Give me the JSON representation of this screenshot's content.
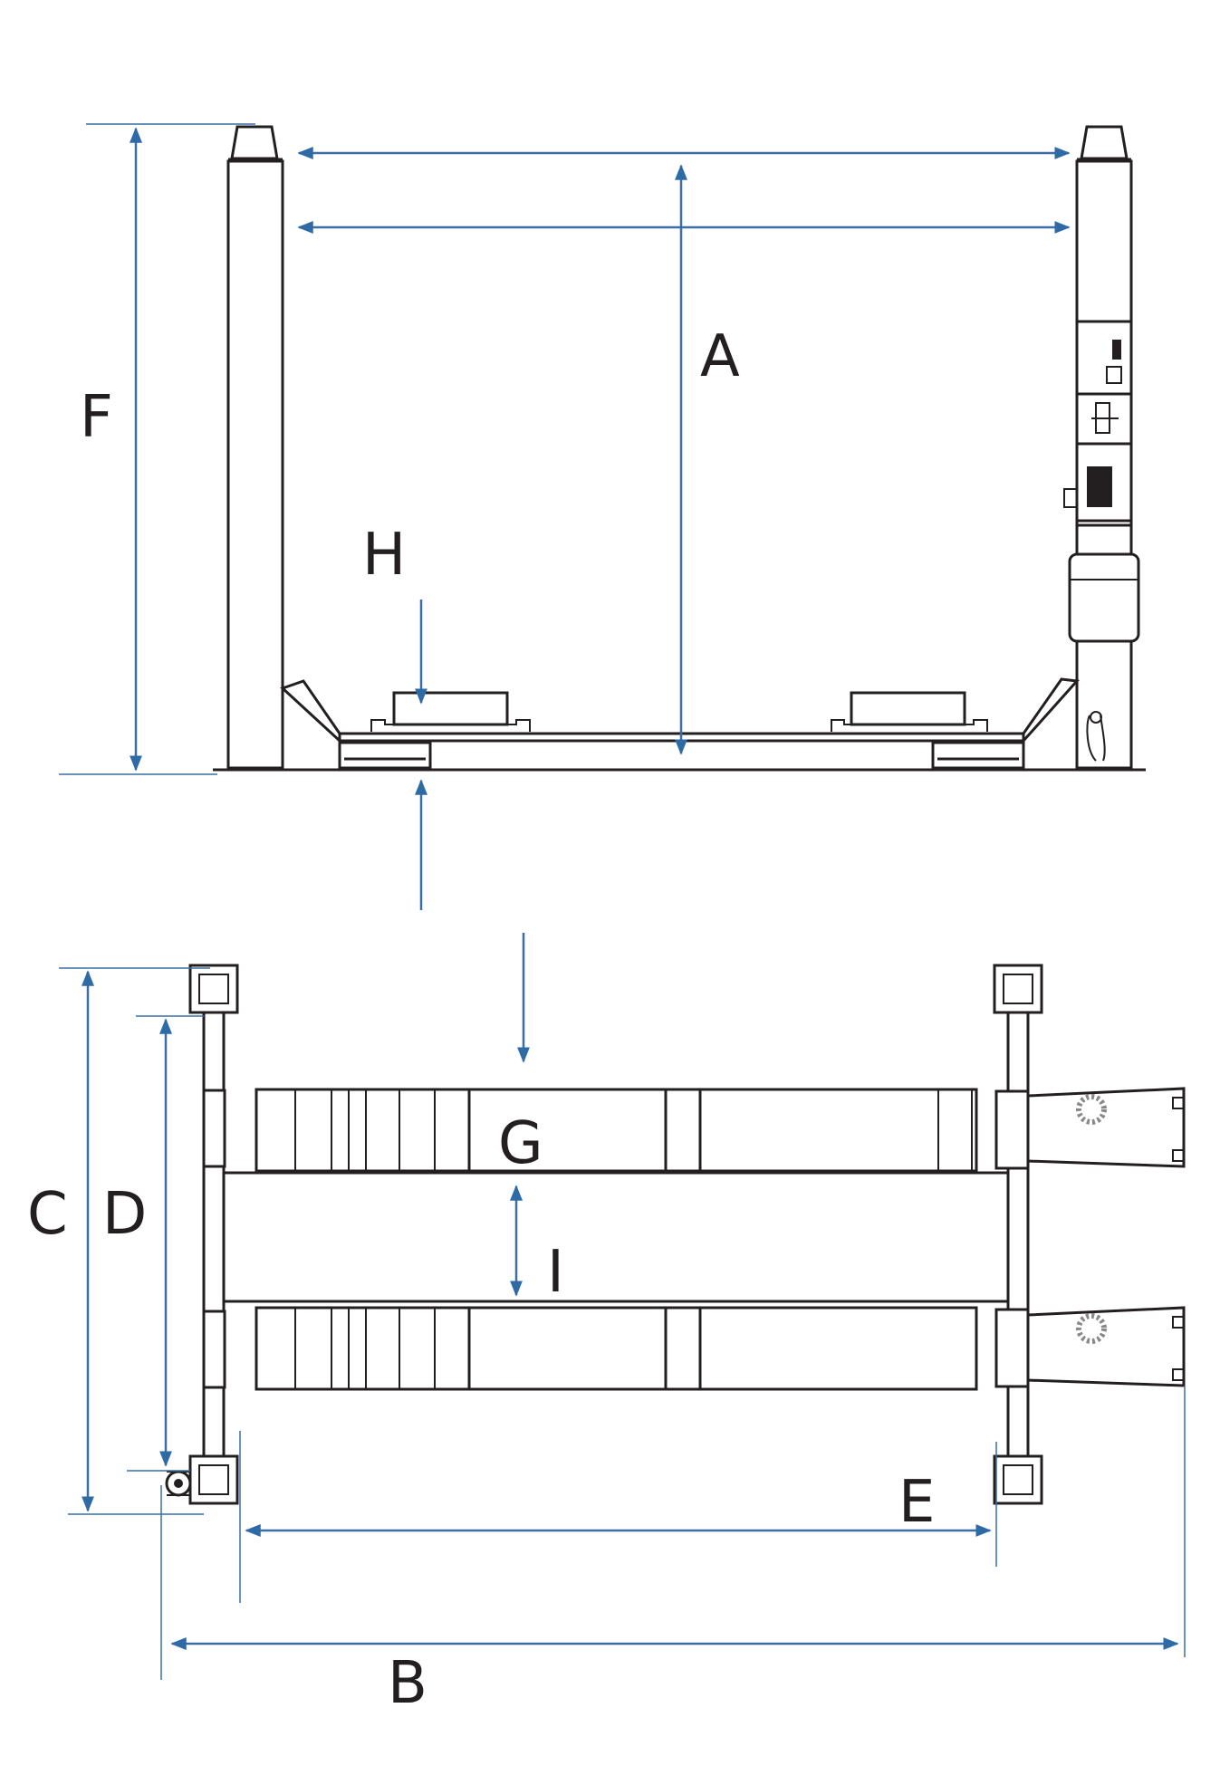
{
  "colors": {
    "dimension": "#3a6ea5",
    "arrowhead": "#2e6aa6",
    "ink": "#231f20"
  },
  "labels": {
    "A": "A",
    "B": "B",
    "C": "C",
    "D": "D",
    "E": "E",
    "F": "F",
    "G": "G",
    "H": "H",
    "I": "I"
  }
}
